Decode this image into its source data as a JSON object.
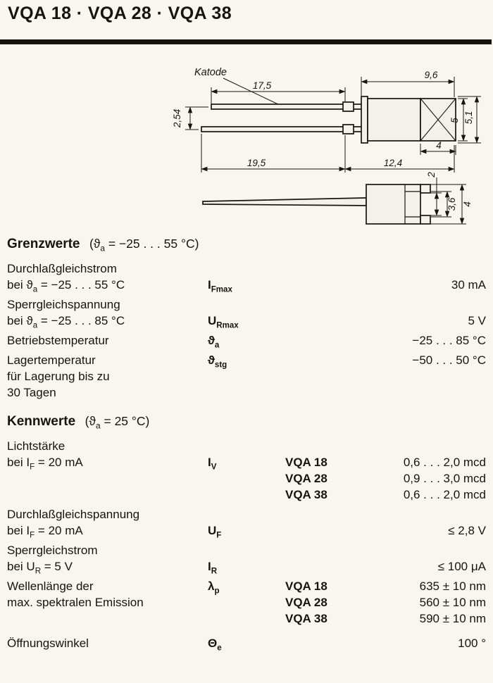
{
  "page": {
    "title": "VQA 18 · VQA 28 · VQA 38"
  },
  "drawing": {
    "katode": "Katode",
    "dim_17_5": "17,5",
    "dim_9_6": "9,6",
    "dim_2_54": "2,54",
    "dim_5": "5",
    "dim_5_1": "5,1",
    "dim_4_lens": "4",
    "dim_19_5": "19,5",
    "dim_12_4": "12,4",
    "dim_2": "2",
    "dim_3_6": "3,6",
    "dim_4_front": "4"
  },
  "grenzwerte": {
    "heading": "Grenzwerte",
    "condition": "(ϑ~a~ = −25 . . . 55 °C)",
    "rows": [
      {
        "desc1": "Durchlaßgleichstrom",
        "desc2": "bei ϑ~a~ = −25 . . . 55 °C",
        "symbol": "I~Fmax~",
        "value": "30 mA"
      },
      {
        "desc1": "Sperrgleichspannung",
        "desc2": "bei ϑ~a~ = −25 . . . 85 °C",
        "symbol": "U~Rmax~",
        "value": "5 V"
      },
      {
        "desc1": "Betriebstemperatur",
        "symbol": "ϑ~a~",
        "value": "−25 . . . 85 °C"
      },
      {
        "desc1": "Lagertemperatur",
        "desc2": "für Lagerung bis zu",
        "desc3": "30 Tagen",
        "symbol": "ϑ~stg~",
        "value": "−50 . . . 50 °C"
      }
    ]
  },
  "kennwerte": {
    "heading": "Kennwerte",
    "condition": "(ϑ~a~ = 25 °C)",
    "rows": [
      {
        "desc1": "Lichtstärke",
        "desc2": "bei I~F~ = 20 mA",
        "symbol": "I~V~",
        "types": [
          {
            "type": "VQA 18",
            "value": "0,6 . . . 2,0 mcd"
          },
          {
            "type": "VQA 28",
            "value": "0,9 . . . 3,0 mcd"
          },
          {
            "type": "VQA 38",
            "value": "0,6 . . . 2,0 mcd"
          }
        ]
      },
      {
        "desc1": "Durchlaßgleichspannung",
        "desc2": "bei I~F~ = 20 mA",
        "symbol": "U~F~",
        "value": "≤ 2,8 V"
      },
      {
        "desc1": "Sperrgleichstrom",
        "desc2": "bei U~R~ = 5 V",
        "symbol": "I~R~",
        "value": "≤ 100 μA"
      },
      {
        "desc1": "Wellenlänge der",
        "desc2": "max. spektralen Emission",
        "symbol": "λ~p~",
        "types": [
          {
            "type": "VQA 18",
            "value": "635 ± 10 nm"
          },
          {
            "type": "VQA 28",
            "value": "560 ± 10 nm"
          },
          {
            "type": "VQA 38",
            "value": "590 ± 10 nm"
          }
        ]
      },
      {
        "desc1": "Öffnungswinkel",
        "symbol": "Θ~e~",
        "value": "100 °"
      }
    ]
  }
}
